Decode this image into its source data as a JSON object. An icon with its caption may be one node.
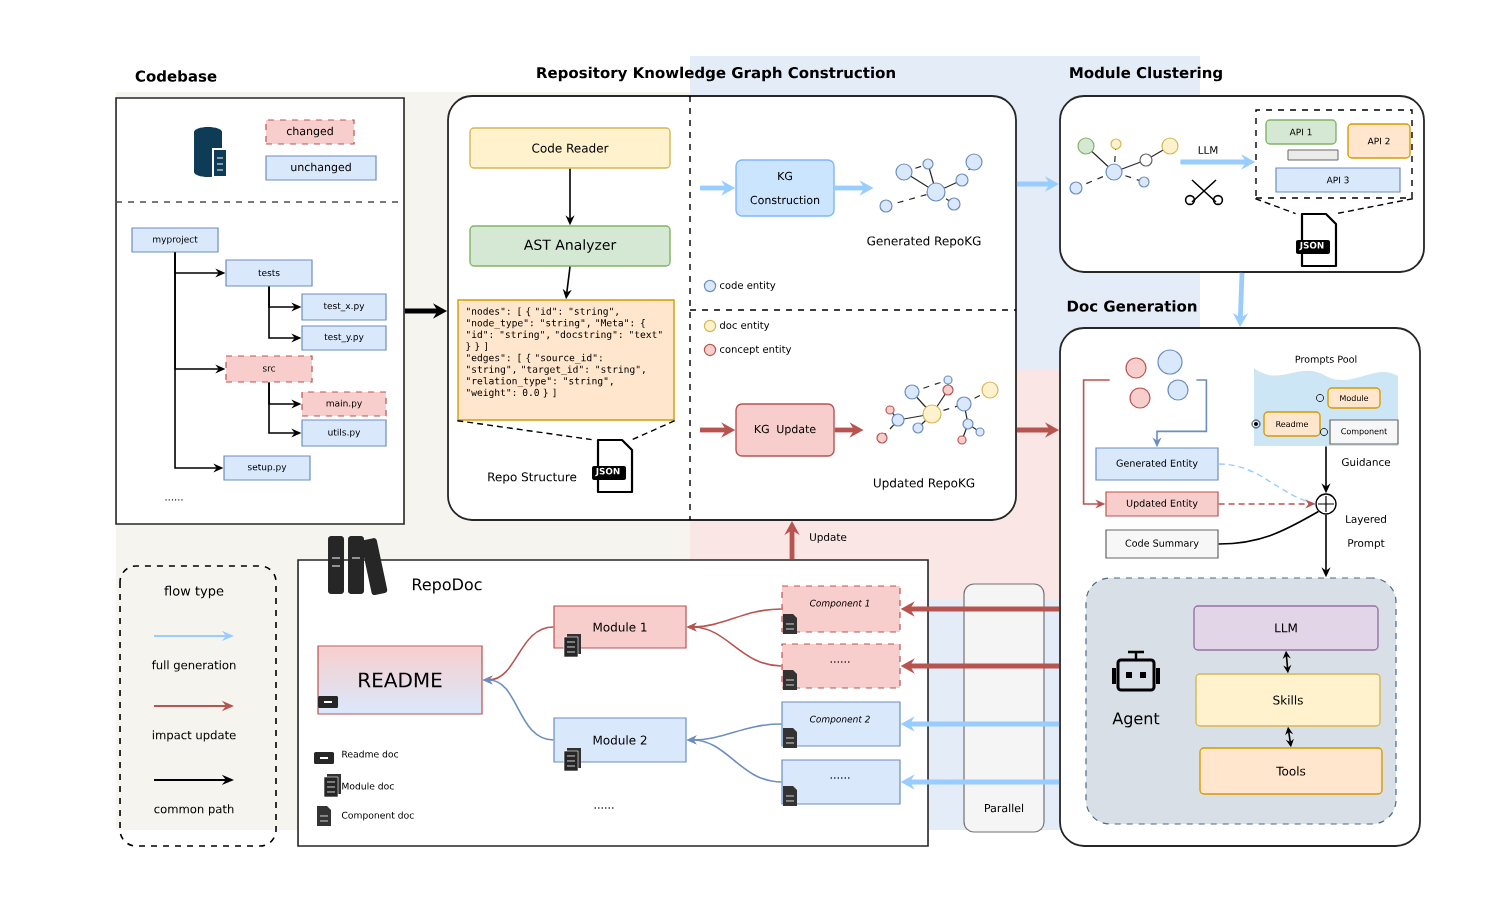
{
  "diagram": {
    "nodes": [
      {
        "text": [
          "Codebase"
        ]
      },
      {
        "text": [
          "changed"
        ],
        "in": 0
      },
      {
        "text": [
          "unchanged"
        ],
        "in": 0
      },
      {
        "text": [
          "myproject"
        ],
        "in": 0
      },
      {
        "text": [
          "tests"
        ],
        "in": 0
      },
      {
        "text": [
          "test_x.py"
        ],
        "in": 0
      },
      {
        "text": [
          "test_y.py"
        ],
        "in": 0
      },
      {
        "text": [
          "src"
        ],
        "in": 0
      },
      {
        "text": [
          "main.py"
        ],
        "in": 0
      },
      {
        "text": [
          "utils.py"
        ],
        "in": 0
      },
      {
        "text": [
          "setup.py"
        ],
        "in": 0
      },
      {
        "text": [
          "Repository Knowledge Graph Construction"
        ]
      },
      {
        "text": [
          "Code Reader"
        ],
        "in": 11
      },
      {
        "text": [
          "AST Analyzer"
        ],
        "in": 11
      },
      {
        "text": [
          "\"nodes\": [ { \"id\": \"string\", \"node_type\": \"string\", \"Meta\": { \"id\": \"string\", \"docstring\": \"text\" } } ]",
          "\"edges\": [ { \"source_id\": \"string\", \"target_id\": \"string\", \"relation_type\": \"string\", \"weight\": 0.0 } ]"
        ],
        "in": 11
      },
      {
        "text": [
          "KG Construction"
        ],
        "in": 11
      },
      {
        "text": [],
        "shape": "graph",
        "in": 11
      },
      {
        "text": [
          "KG Update"
        ],
        "in": 11
      },
      {
        "text": [],
        "shape": "graph",
        "in": 11
      },
      {
        "text": [
          "Module Clustering"
        ]
      },
      {
        "text": [],
        "shape": "graph",
        "in": 19
      },
      {
        "text": [],
        "shape": "box",
        "in": 19
      },
      {
        "text": [
          "API 1"
        ],
        "in": 21
      },
      {
        "text": [
          "API 2"
        ],
        "in": 21
      },
      {
        "text": [
          "API 3"
        ],
        "in": 21
      },
      {
        "text": [
          "Doc Generation"
        ]
      },
      {
        "text": [],
        "shape": "graph",
        "in": 25
      },
      {
        "text": [
          "Generated Entity"
        ],
        "in": 25
      },
      {
        "text": [
          "Updated Entity"
        ],
        "in": 25
      },
      {
        "text": [
          "Code Summary"
        ],
        "in": 25
      },
      {
        "text": [
          "Prompts Pool"
        ],
        "in": 25
      },
      {
        "text": [
          "Module"
        ],
        "in": 30
      },
      {
        "text": [
          "Readme"
        ],
        "in": 30
      },
      {
        "text": [
          "Component"
        ],
        "in": 30
      },
      {
        "text": [],
        "shape": "circle",
        "in": 25
      },
      {
        "text": [
          "Agent"
        ],
        "in": 25
      },
      {
        "text": [
          "LLM"
        ],
        "in": 35
      },
      {
        "text": [
          "Skills"
        ],
        "in": 35
      },
      {
        "text": [
          "Tools"
        ],
        "in": 35
      },
      {
        "text": [
          "RepoDoc"
        ]
      },
      {
        "text": [
          "README"
        ],
        "in": 39
      },
      {
        "text": [
          "Module 1"
        ],
        "in": 39
      },
      {
        "text": [
          "Module 2"
        ],
        "in": 39
      },
      {
        "text": [
          "Component 1"
        ],
        "in": 39
      },
      {
        "text": [
          "......"
        ],
        "in": 39
      },
      {
        "text": [
          "Component 2"
        ],
        "in": 39
      },
      {
        "text": [
          "......"
        ],
        "in": 39
      },
      {
        "text": [
          "JSON"
        ],
        "beside": [
          "Repo Structure"
        ],
        "in": 11
      },
      {
        "text": [
          "JSON"
        ],
        "in": 19
      }
    ],
    "edges": [
      {
        "from": 0,
        "to": 11,
        "arrow": "to",
        "style": "thick"
      },
      {
        "from": 3,
        "to": 4,
        "arrow": "to"
      },
      {
        "from": 3,
        "to": 7,
        "arrow": "to"
      },
      {
        "from": 3,
        "to": 10,
        "arrow": "to"
      },
      {
        "from": 4,
        "to": 5,
        "arrow": "to"
      },
      {
        "from": 4,
        "to": 6,
        "arrow": "to"
      },
      {
        "from": 7,
        "to": 8,
        "arrow": "to"
      },
      {
        "from": 7,
        "to": 9,
        "arrow": "to"
      },
      {
        "from": 12,
        "to": 13,
        "arrow": "to"
      },
      {
        "from": 13,
        "to": 14,
        "arrow": "to"
      },
      {
        "from": null,
        "to": 15,
        "arrow": "to",
        "style": "thick",
        "color": "#99ccff"
      },
      {
        "from": 15,
        "to": 16,
        "arrow": "to",
        "style": "thick",
        "color": "#99ccff"
      },
      {
        "from": 11,
        "to": 19,
        "arrow": "to",
        "style": "thick",
        "color": "#99ccff"
      },
      {
        "from": null,
        "to": 17,
        "arrow": "to",
        "style": "thick",
        "color": "#b85450"
      },
      {
        "from": 17,
        "to": 18,
        "arrow": "to",
        "style": "thick",
        "color": "#b85450"
      },
      {
        "from": 11,
        "to": 25,
        "arrow": "to",
        "style": "thick",
        "color": "#b85450"
      },
      {
        "from": 20,
        "to": 21,
        "arrow": "to",
        "label": "LLM",
        "style": "thick",
        "color": "#99ccff"
      },
      {
        "from": 19,
        "to": 25,
        "arrow": "to",
        "style": "thick",
        "color": "#99ccff"
      },
      {
        "from": 26,
        "to": 27,
        "arrow": "to",
        "color": "#6c8ebf"
      },
      {
        "from": 26,
        "to": 28,
        "arrow": "to",
        "color": "#b85450"
      },
      {
        "from": 27,
        "to": 34,
        "arrow": "none",
        "style": "dashed",
        "color": "#99ccff"
      },
      {
        "from": 28,
        "to": 34,
        "arrow": "to",
        "style": "dashed",
        "color": "#b85450"
      },
      {
        "from": 29,
        "to": 34,
        "arrow": "none"
      },
      {
        "from": 30,
        "to": 34,
        "arrow": "to",
        "label": "Guidance"
      },
      {
        "from": 34,
        "to": 35,
        "arrow": "to",
        "label": "Layered Prompt"
      },
      {
        "from": 36,
        "to": 37,
        "arrow": "both"
      },
      {
        "from": 37,
        "to": 38,
        "arrow": "both"
      },
      {
        "from": 25,
        "to": 43,
        "arrow": "to",
        "style": "thick",
        "color": "#b85450"
      },
      {
        "from": 25,
        "to": 44,
        "arrow": "to",
        "style": "thick",
        "color": "#b85450"
      },
      {
        "from": 25,
        "to": 45,
        "arrow": "to",
        "style": "thick",
        "color": "#99ccff"
      },
      {
        "from": 25,
        "to": 46,
        "arrow": "to",
        "style": "thick",
        "color": "#99ccff"
      },
      {
        "from": 43,
        "to": 41,
        "arrow": "to",
        "color": "#b85450"
      },
      {
        "from": 44,
        "to": 41,
        "arrow": "to",
        "color": "#b85450"
      },
      {
        "from": 45,
        "to": 42,
        "arrow": "to",
        "color": "#6c8ebf"
      },
      {
        "from": 46,
        "to": 42,
        "arrow": "to",
        "color": "#6c8ebf"
      },
      {
        "from": 41,
        "to": 40,
        "arrow": "to",
        "color": "#b85450"
      },
      {
        "from": 42,
        "to": 40,
        "arrow": "to",
        "color": "#6c8ebf"
      },
      {
        "from": 39,
        "to": 11,
        "arrow": "to",
        "label": "Update",
        "style": "thick",
        "color": "#b85450"
      },
      {
        "from": 14,
        "to": 47,
        "arrow": "none",
        "style": "dashed"
      },
      {
        "from": 21,
        "to": 48,
        "arrow": "none",
        "style": "dashed"
      },
      {
        "from": 14,
        "to": 47,
        "arrow": "none",
        "style": "dashed"
      },
      {
        "from": 21,
        "to": 48,
        "arrow": "none",
        "style": "dashed"
      }
    ],
    "labels": [
      "......",
      "Generated RepoKG",
      "Updated RepoKG",
      "flow type",
      "......",
      "Parallel"
    ],
    "legend": [
      {
        "text": "code entity",
        "color": "#dae8fc"
      },
      {
        "text": "doc entity",
        "color": "#fff2cc"
      },
      {
        "text": "concept entity",
        "color": "#f8cecc"
      },
      {
        "text": "full generation"
      },
      {
        "text": "impact update"
      },
      {
        "text": "common path"
      },
      {
        "text": "Readme doc"
      },
      {
        "text": "Module doc"
      },
      {
        "text": "Component doc"
      }
    ]
  }
}
